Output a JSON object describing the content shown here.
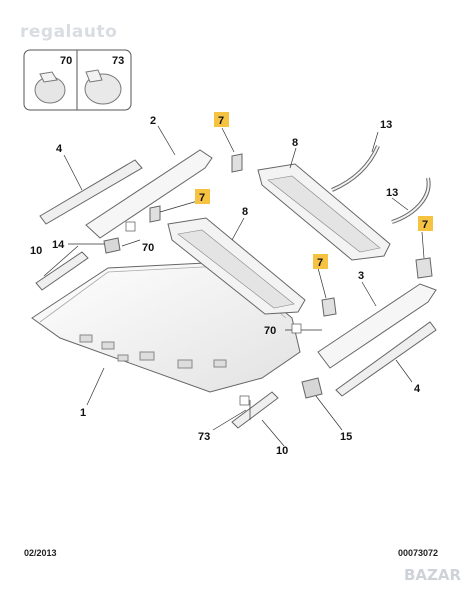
{
  "watermark": "regalauto",
  "brand_logo": "BAZAR",
  "footer": {
    "date": "02/2013",
    "reference": "00073072"
  },
  "legend": {
    "left_label": "70",
    "right_label": "73"
  },
  "callouts": {
    "c1": "1",
    "c2": "2",
    "c3": "3",
    "c4a": "4",
    "c4b": "4",
    "c7a": "7",
    "c7b": "7",
    "c7c": "7",
    "c7d": "7",
    "c8a": "8",
    "c8b": "8",
    "c10a": "10",
    "c10b": "10",
    "c13a": "13",
    "c13b": "13",
    "c14": "14",
    "c15": "15",
    "c70a": "70",
    "c70b": "70",
    "c73": "73"
  },
  "colors": {
    "highlight": "#f5c242",
    "part_fill": "#f4f4f4",
    "line": "#444444"
  }
}
